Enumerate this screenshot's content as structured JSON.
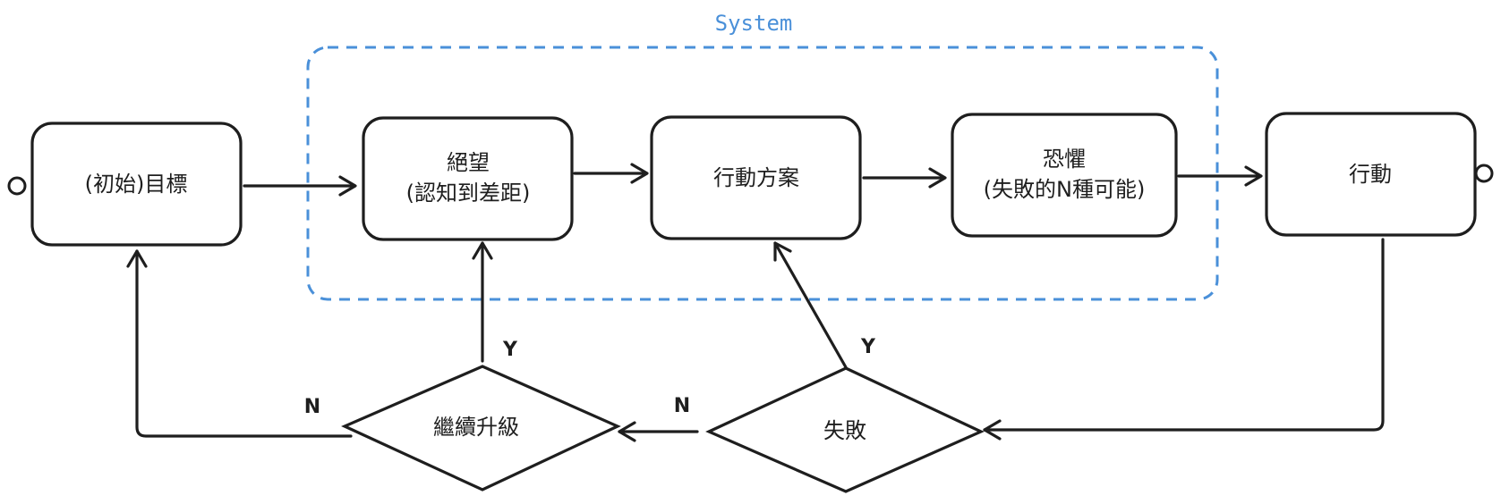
{
  "group": {
    "label": "System"
  },
  "nodes": {
    "initial_goal": {
      "label": "(初始)目標"
    },
    "despair": {
      "line1": "絕望",
      "line2": "(認知到差距)"
    },
    "action_plan": {
      "label": "行動方案"
    },
    "fear": {
      "line1": "恐懼",
      "line2": "(失敗的N種可能)"
    },
    "action": {
      "label": "行動"
    },
    "continue_upgrade": {
      "label": "繼續升級"
    },
    "failure": {
      "label": "失敗"
    }
  },
  "edge_labels": {
    "upgrade_yes": "Y",
    "upgrade_no": "N",
    "failure_yes": "Y",
    "failure_no": "N"
  },
  "colors": {
    "stroke": "#1e1e1e",
    "group_frame": "#4a90d9"
  }
}
